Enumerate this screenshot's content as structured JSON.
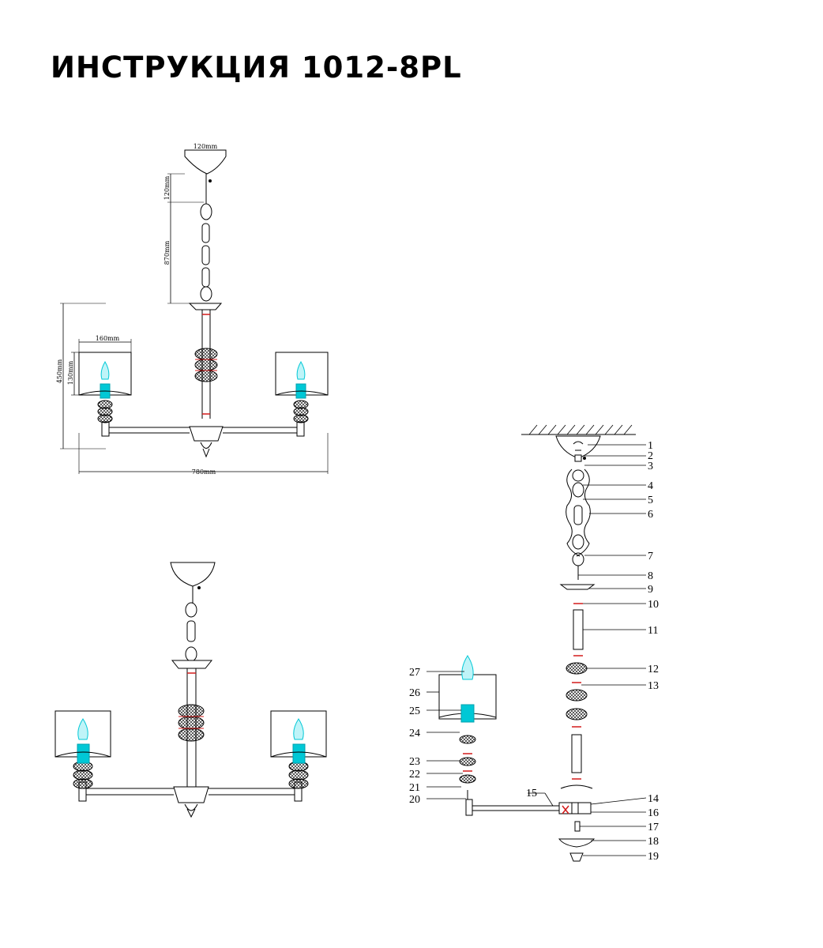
{
  "title": "ИНСТРУКЦИЯ 1012-8PL",
  "dimensions": {
    "canopy_width": "120mm",
    "canopy_height": "120mm",
    "chain_length": "870mm",
    "body_height": "450mm",
    "shade_height": "130mm",
    "shade_width": "160mm",
    "total_width": "780mm"
  },
  "parts": [
    "1",
    "2",
    "3",
    "4",
    "5",
    "6",
    "7",
    "8",
    "9",
    "10",
    "11",
    "12",
    "13",
    "14",
    "15",
    "16",
    "17",
    "18",
    "19",
    "20",
    "21",
    "22",
    "23",
    "24",
    "25",
    "26",
    "27"
  ],
  "colors": {
    "line": "#000000",
    "bulb": "#00c8d6",
    "accent": "#d21a1a",
    "shade": "#ffffff"
  }
}
